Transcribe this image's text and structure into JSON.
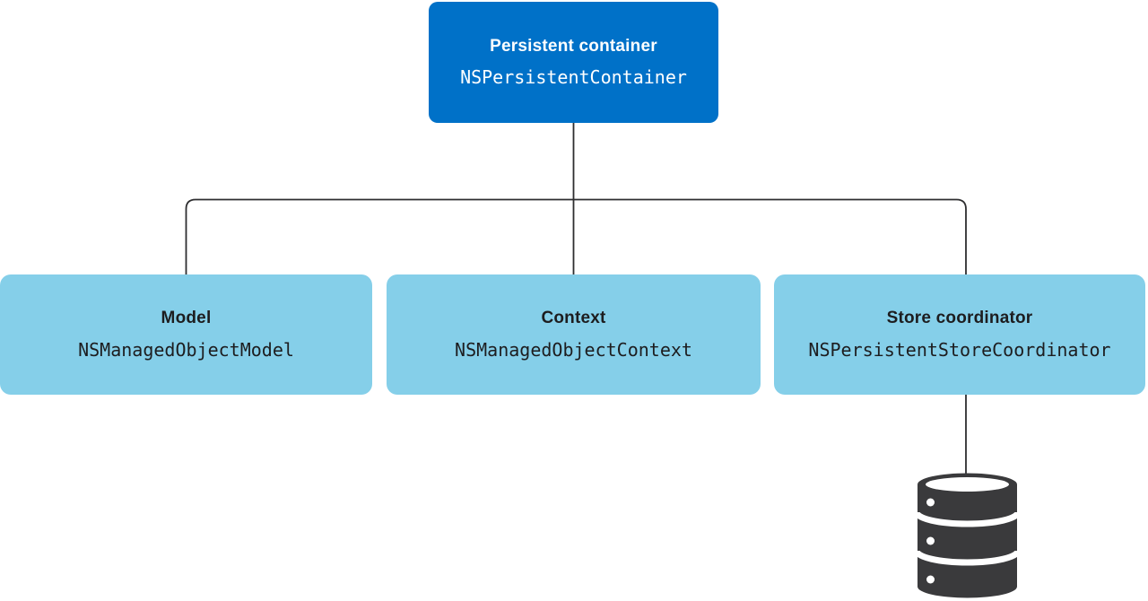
{
  "colors": {
    "page_bg": "#ffffff",
    "root_bg": "#0071c8",
    "root_text": "#ffffff",
    "child_bg": "#85cfe9",
    "child_text": "#1d1d1f",
    "line": "#2e2e30",
    "icon": "#3a3a3c"
  },
  "diagram": {
    "root": {
      "title": "Persistent container",
      "code": "NSPersistentContainer"
    },
    "children": [
      {
        "title": "Model",
        "code": "NSManagedObjectModel"
      },
      {
        "title": "Context",
        "code": "NSManagedObjectContext"
      },
      {
        "title": "Store coordinator",
        "code": "NSPersistentStoreCoordinator"
      }
    ],
    "icons": [
      {
        "name": "database-icon"
      }
    ]
  }
}
